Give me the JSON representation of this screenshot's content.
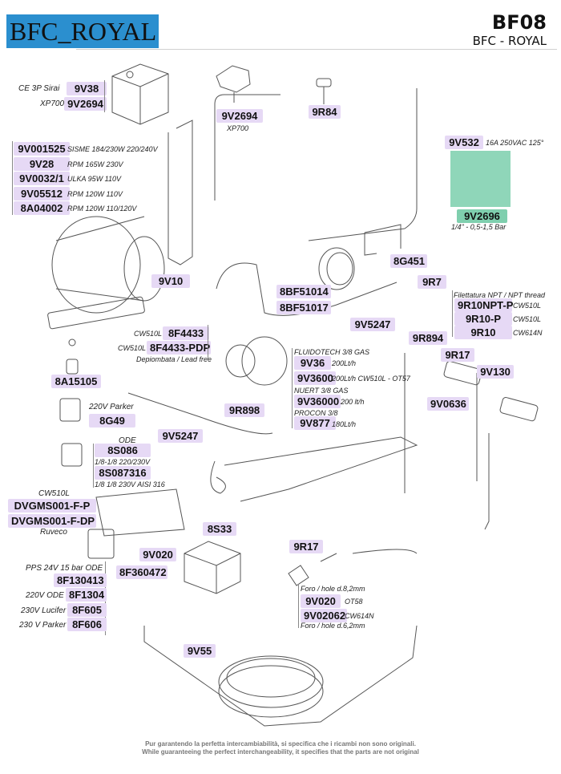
{
  "header": {
    "brand_label": "BFC_ROYAL",
    "model_code": "BF08",
    "model_name": "BFC - ROYAL",
    "brand_color": "#2b8fcf"
  },
  "parts": {
    "pressostat": {
      "note1": "CE 3P Sirai",
      "code1": "9V38",
      "note2": "XP700",
      "code2": "9V2694"
    },
    "pressure_switch_top": {
      "code": "9V2694",
      "note": "XP700"
    },
    "fitting_9r84": {
      "code": "9R84"
    },
    "thermostat": {
      "code": "9V532",
      "note": "16A 250VAC 125°"
    },
    "pressure_switch_green": {
      "code": "9V2696",
      "note": "1/4\" - 0,5-1,5 Bar"
    },
    "pumps": [
      {
        "code": "9V001525",
        "note": "SISME 184/230W 220/240V"
      },
      {
        "code": "9V28",
        "note": "RPM 165W 230V"
      },
      {
        "code": "9V0032/1",
        "note": "ULKA 95W 110V"
      },
      {
        "code": "9V05512",
        "note": "RPM 120W 110V"
      },
      {
        "code": "8A04002",
        "note": "RPM  120W 110/120V"
      }
    ],
    "bracket_8g451": {
      "code": "8G451"
    },
    "clamp_9v10": {
      "code": "9V10"
    },
    "gauges": {
      "code1": "8BF51014",
      "code2": "8BF51017"
    },
    "nut_9r7": {
      "code": "9R7"
    },
    "threaded_fittings": {
      "title": "Filettatura NPT / NPT thread",
      "items": [
        {
          "code": "9R10NPT-P",
          "note": "CW510L"
        },
        {
          "code": "9R10-P",
          "note": "CW510L"
        },
        {
          "code": "9R10",
          "note": "CW614N"
        }
      ]
    },
    "hose_upper": {
      "code": "9V5247"
    },
    "check_valves": {
      "items": [
        {
          "code": "8F4433",
          "note": "CW510L"
        },
        {
          "code": "8F4433-PDP",
          "note": "CW510L"
        }
      ],
      "footnote": "Depiombata / Lead free"
    },
    "flowmeters": {
      "groups": [
        {
          "title": "FLUIDOTECH 3/8 GAS",
          "items": [
            {
              "code": "9V36",
              "note": "200Lt/h"
            },
            {
              "code": "9V3600",
              "note": "200Lt/h CW510L - OT57"
            }
          ]
        },
        {
          "title": "NUERT 3/8 GAS",
          "items": [
            {
              "code": "9V36000",
              "note": "200 lt/h"
            }
          ]
        },
        {
          "title": "PROCON 3/8",
          "items": [
            {
              "code": "9V877",
              "note": "180Lt/h"
            }
          ]
        }
      ]
    },
    "fitting_9r894": {
      "code": "9R894"
    },
    "fitting_9r17_right": {
      "code": "9R17"
    },
    "distributor_9v130": {
      "code": "9V130"
    },
    "oring_9v0636": {
      "code": "9V0636"
    },
    "foot_8a15105": {
      "code": "8A15105"
    },
    "solenoid_8g49": {
      "note": "220V Parker",
      "code": "8G49"
    },
    "elbow_9r898": {
      "code": "9R898"
    },
    "hose_lower": {
      "code": "9V5247"
    },
    "solenoids_ode": {
      "title": "ODE",
      "code1": "8S086",
      "note1": "1/8-1/8 220/230V",
      "code2": "8S087316",
      "note2": "1/8 1/8 230V AISI 316"
    },
    "gas_valves": {
      "title": "CW510L",
      "code1": "DVGMS001-F-P",
      "code2": "DVGMS001-F-DP",
      "footnote": "Ruveco"
    },
    "tap_9v020_left": {
      "code": "9V020"
    },
    "coil_8f360472": {
      "code": "8F360472"
    },
    "reservoir_8s33": {
      "code": "8S33"
    },
    "coils": [
      {
        "title": "PPS 24V 15 bar ODE",
        "code": "8F130413"
      },
      {
        "note": "220V ODE",
        "code": "8F1304"
      },
      {
        "note": "230V Lucifer",
        "code": "8F605"
      },
      {
        "note": "230 V Parker",
        "code": "8F606"
      }
    ],
    "fitting_9r17_lower": {
      "code": "9R17"
    },
    "taps_lower": {
      "title": "Foro / hole d.8,2mm",
      "code1": "9V020",
      "note1": "OT58",
      "code2": "9V02062",
      "note2": "CW614N",
      "footnote": "Foro / hole d.6,2mm"
    },
    "tube_9v55": {
      "code": "9V55"
    }
  },
  "footer": {
    "line1": "Pur garantendo la perfetta intercambiabilità, si specifica che i ricambi non sono originali.",
    "line2": "While guaranteeing the perfect interchangeability, it specifies that the parts are not original"
  },
  "colors": {
    "tag_bg": "#e6d9f5",
    "highlight_green": "#7fcfae"
  }
}
